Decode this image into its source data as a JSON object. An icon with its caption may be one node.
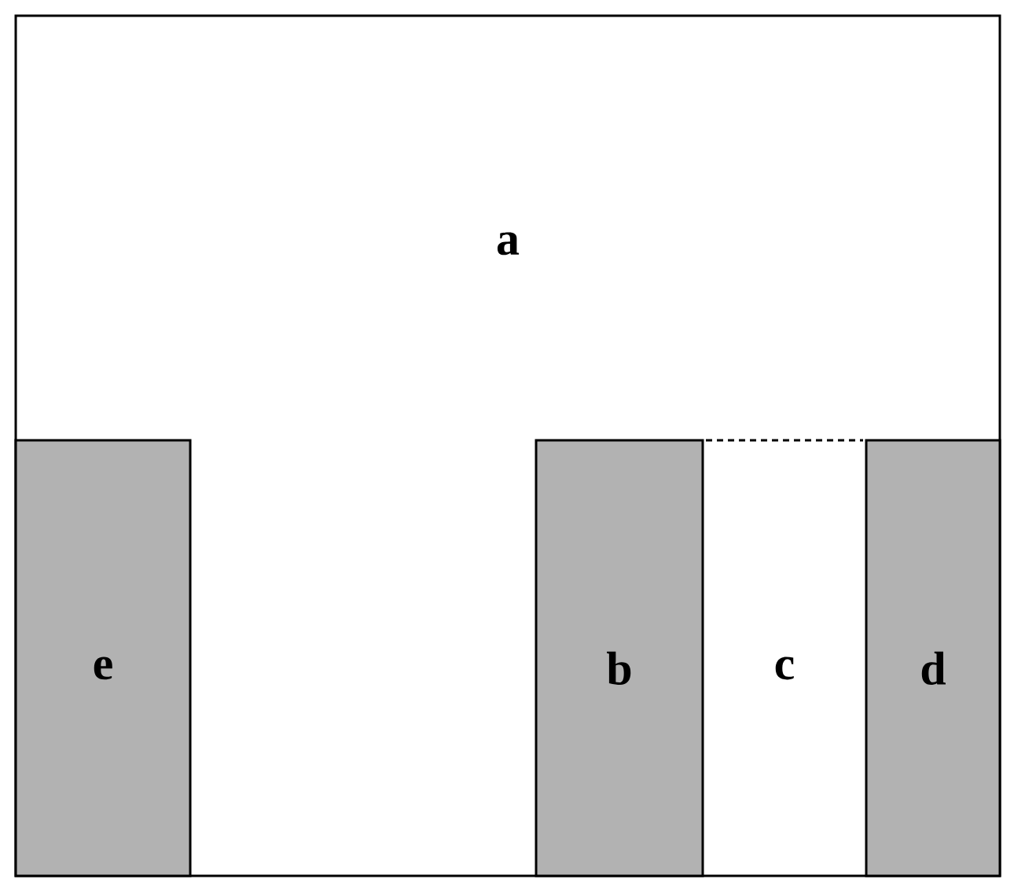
{
  "diagram": {
    "nodes": [
      {
        "text": [
          "a"
        ]
      },
      {
        "text": [
          "e"
        ],
        "in": 0
      },
      {
        "text": [
          "b"
        ],
        "in": 0
      },
      {
        "text": [
          "c"
        ],
        "in": 0
      },
      {
        "text": [
          "d"
        ],
        "in": 0
      }
    ]
  }
}
